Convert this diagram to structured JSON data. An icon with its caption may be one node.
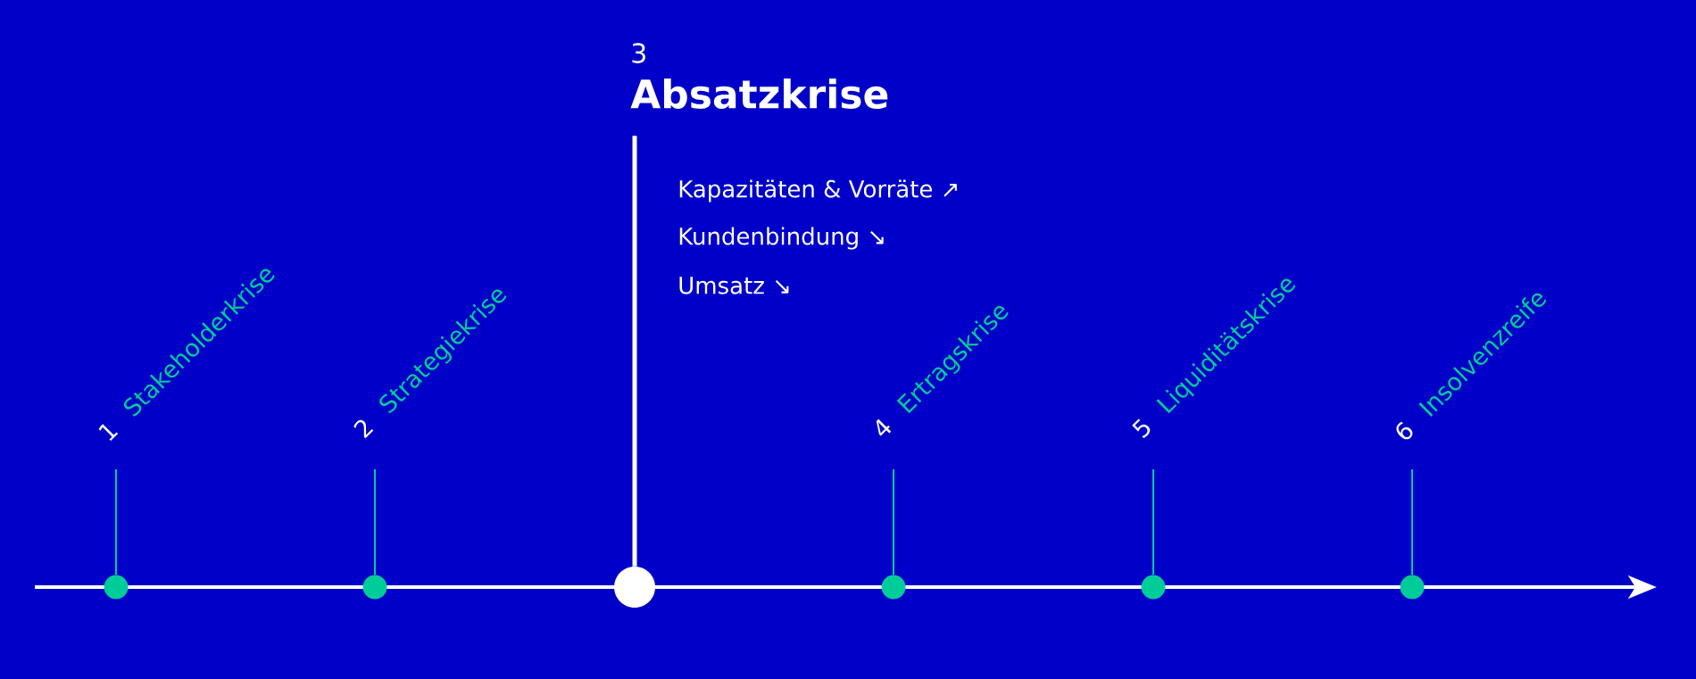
{
  "diagram": {
    "nodes": [
      {
        "text": [
          "1",
          "Stakeholderkrise"
        ]
      },
      {
        "text": [
          "2",
          "Strategiekrise"
        ]
      },
      {
        "text": [
          "3",
          "Absatzkrise"
        ],
        "beside": [
          "Kapazitäten & Vorräte ↗",
          "Kundenbindung ↘",
          "Umsatz ↘"
        ]
      },
      {
        "text": [
          "4",
          "Ertragskrise"
        ]
      },
      {
        "text": [
          "5",
          "Liquiditätskrise"
        ]
      },
      {
        "text": [
          "6",
          "Insolvenzreife"
        ]
      },
      {
        "text": [],
        "shape": "circle"
      },
      {
        "text": [],
        "shape": "circle"
      },
      {
        "text": [],
        "shape": "circle"
      },
      {
        "text": [],
        "shape": "circle"
      },
      {
        "text": [],
        "shape": "circle"
      },
      {
        "text": [],
        "shape": "circle"
      }
    ],
    "edges": [
      {
        "from": 0,
        "to": 6,
        "arrow": "none"
      },
      {
        "from": 1,
        "to": 7,
        "arrow": "none"
      },
      {
        "from": 2,
        "to": 8,
        "arrow": "none",
        "style": "thick",
        "color": "#ffffff"
      },
      {
        "from": 3,
        "to": 9,
        "arrow": "none"
      },
      {
        "from": 4,
        "to": 10,
        "arrow": "none"
      },
      {
        "from": 5,
        "to": 11,
        "arrow": "none"
      }
    ]
  }
}
